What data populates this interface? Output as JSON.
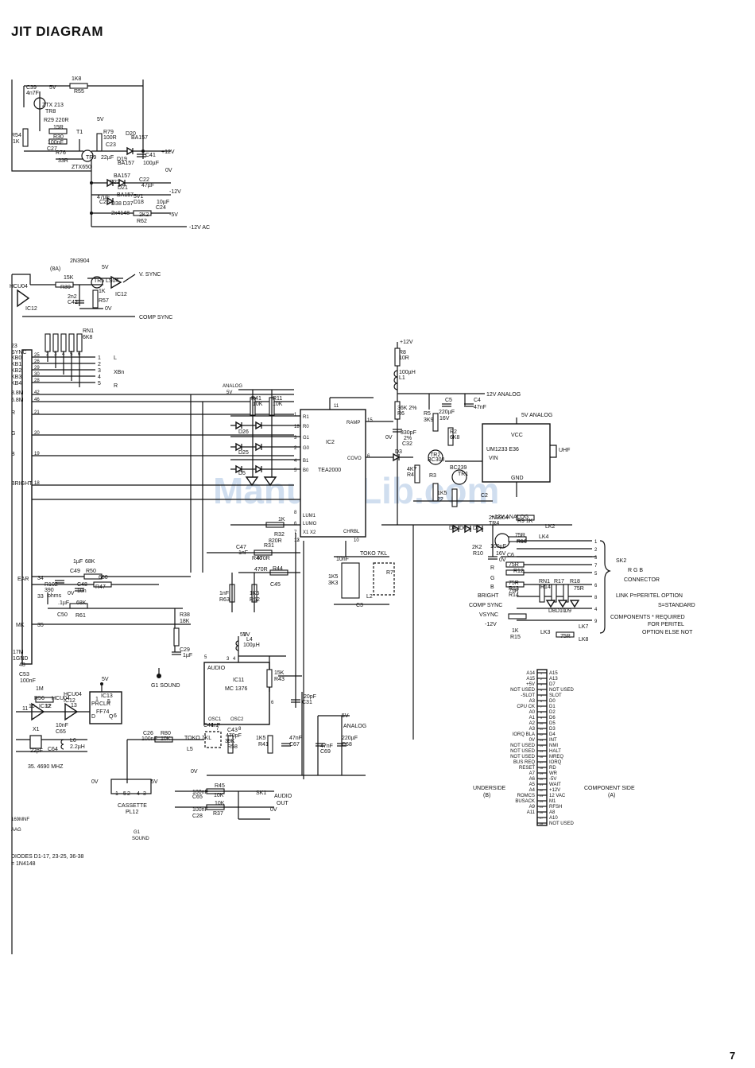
{
  "title": "JIT DIAGRAM",
  "page_number": "7",
  "watermark": "ManualsLib.com",
  "power": {
    "plus5v": "5V",
    "plus12v": "+12V",
    "minus12v": "-12V",
    "minus5v": "-5V",
    "zero_v": "0V",
    "minus12v_ac": "-12V AC",
    "plus12v_net": "+12V",
    "twelve_v_analog": "12V ANALOG",
    "five_v_analog": "5V ANALOG",
    "analog_5v": "ANALOG 5V",
    "minus12v_left": "-12V",
    "five_v_analog_lower": "5V ANALOG"
  },
  "supply_section": {
    "labels": [
      "C39",
      "4n7F",
      "1K8",
      "R55",
      "ZTX 213",
      "TR8",
      "R29 220R",
      "15R",
      "R30",
      "100nF",
      "C27",
      "R54",
      "1K",
      "R76",
      "33R",
      "ZTX650",
      "TR9",
      "T1",
      "R79",
      "100R",
      "C23",
      "22µF",
      "D20",
      "BA157",
      "D19",
      "BA157",
      "C41",
      "100µF",
      "BA157",
      "D22",
      "D21",
      "47µF",
      "C22",
      "47µF",
      "C25",
      "BA157",
      "D38 D37",
      "2x4148",
      "5V1",
      "D18",
      "10µF",
      "C24",
      "2K2",
      "R62"
    ]
  },
  "sync_section": {
    "labels": [
      "(8A)",
      "2N3904",
      "HCU04",
      "IC12",
      "15K",
      "R39",
      "TR5",
      "LS04",
      "IC12",
      "2n2",
      "C42",
      "1K",
      "R57",
      "V. SYNC",
      "COMP SYNC"
    ],
    "v_sync": "V. SYNC",
    "comp_sync": "COMP SYNC"
  },
  "keyboard_section": {
    "rn_label": "RN1",
    "rn_value": "6K8",
    "pins_top": [
      "2",
      "3",
      "4",
      "5",
      "6"
    ],
    "conn_pins": [
      "1",
      "2",
      "3",
      "4",
      "5"
    ],
    "side_labels": [
      "L",
      "XBn",
      "R"
    ],
    "left_signals": [
      "23",
      "SYNC",
      "KB0",
      "KB1",
      "KB2",
      "KB3",
      "KB4",
      "8.8M",
      "6.8M",
      "R",
      "G",
      "B",
      "BRIGHT"
    ],
    "left_pins": [
      "25",
      "26",
      "29",
      "30",
      "28",
      "42",
      "46",
      "21",
      "20",
      "19",
      "18"
    ]
  },
  "ic2": {
    "name": "IC2",
    "part": "TEA2000",
    "left_pins": [
      "R1",
      "R0",
      "G1",
      "G0",
      "B1",
      "B0",
      "LUM1",
      "LUMO",
      "X1 X2"
    ],
    "left_nums": [
      "1",
      "18",
      "3",
      "2",
      "4",
      "5",
      "8",
      "6",
      "12",
      "13",
      "7"
    ],
    "right_pins": [
      "RAMP",
      "COVO",
      "CHRBL"
    ],
    "right_nums": [
      "15",
      "6",
      "10"
    ],
    "top_num": "11"
  },
  "ic11": {
    "name": "IC11",
    "part": "MC 1376",
    "label_audio": "AUDIO",
    "pins": [
      "OSC1",
      "OSC2"
    ],
    "nums": [
      "5",
      "3",
      "4",
      "6",
      "7",
      "8"
    ]
  },
  "modulator": {
    "part": "UM1233 E36",
    "pins": [
      "VCC",
      "VIN",
      "GND"
    ],
    "output": "UHF"
  },
  "rf_section": {
    "labels": [
      "R8",
      "10R",
      "100µH",
      "L1",
      "36K 2%",
      "R6",
      "R5",
      "3K9",
      "330pF",
      "2%",
      "C32",
      "C5",
      "220µF",
      "16V",
      "C4",
      "47nF",
      "R2",
      "6K8",
      "TR2",
      "BC308",
      "BC239",
      "TR1",
      "4K7",
      "R4",
      "R3",
      "1K5",
      "C2",
      "D3",
      "22"
    ]
  },
  "video_net": {
    "labels": [
      "R41",
      "10K",
      "R11",
      "10K",
      "D26",
      "D25",
      "D5",
      "1K",
      "R32",
      "820R",
      "R31",
      "C47",
      "1nF",
      "R46",
      "470R",
      "C45",
      "R44",
      "470R",
      "1nF",
      "R63",
      "1K5",
      "R62",
      "1K5",
      "3K3",
      "R7",
      "L2",
      "TOKO 7KL",
      "10nF",
      "C3",
      "0V"
    ]
  },
  "ear_section": {
    "labels": [
      "EAR",
      "34",
      "33",
      "R102",
      "390",
      "ohms",
      "C48",
      "10n",
      "0V",
      "1µF",
      "C49",
      "68K",
      "R50",
      "680",
      "R47",
      ".1µF",
      "C50",
      "68K",
      "R61",
      "MK",
      "35",
      "R38",
      "18K",
      "C29",
      "1µF",
      "G1 SOUND"
    ]
  },
  "audio_section": {
    "labels": [
      "5V",
      "L4",
      "100µH",
      "15K",
      "R43",
      "C31",
      "20pF",
      "C44",
      "1nF",
      "C43",
      "470pF",
      "39K",
      "R58",
      "1K5",
      "R41",
      "47nF",
      "C67",
      "47nF",
      "C69",
      "220µF",
      "C68",
      "C26",
      "100nF",
      "R80",
      "10K",
      "TOKO 7KL",
      "L5",
      "100nF",
      "C65",
      "R45",
      "10K",
      "SK1",
      "AUDIO",
      "OUT",
      "0V",
      "100nF",
      "C28",
      "10K",
      "R37"
    ],
    "cassette": "CASSETTE",
    "cassette_ref": "PL12",
    "cassette_pins": [
      "0V",
      "1",
      "5",
      "2",
      "4",
      "3",
      "5V"
    ],
    "g1_sound": "G1 SOUND"
  },
  "clock_section": {
    "labels": [
      "17M",
      "1GND",
      "48",
      "C53",
      "100nF",
      "1M",
      "R56",
      "HCU04",
      "IC12",
      "11",
      "10",
      "12",
      "13",
      "HCU04",
      "IC12",
      "10nF",
      "C65",
      "1",
      "PR",
      "CLR",
      "IC13",
      "FF74",
      "D",
      "Q",
      "5",
      "6",
      "X1",
      "22pF",
      "C64",
      "L6",
      "2.2µH",
      "5V"
    ],
    "freq": "35. 4690 MHZ"
  },
  "bottom_left_notes": [
    "169MNF",
    "AAG",
    "DIODES  D1-17, 23-25, 36-38",
    "= 1N4148"
  ],
  "rgb_connector": {
    "label_sk2": "SK2",
    "label_name": "R G B",
    "label_conn": "CONNECTOR",
    "link_note": "LINK  P=PERITEL OPTION",
    "link_note2": "S=STANDARD",
    "comp_note": "COMPONENTS * REQUIRED",
    "comp_note2": "FOR PERITEL",
    "comp_note3": "OPTION ELSE NOT",
    "pins": [
      "1",
      "2",
      "3",
      "7",
      "5",
      "6",
      "8",
      "4",
      "9"
    ],
    "signals": [
      "R",
      "G",
      "B",
      "BRIGHT",
      "COMP SYNC",
      "VSYNC",
      "-12V"
    ],
    "parts": [
      "+12V ANALOG",
      "R9 1K",
      "LK2",
      "75R",
      "R16",
      "16V",
      "D4",
      "D6",
      "D7",
      "2N3904",
      "TR4",
      "2K2",
      "R10",
      "100µF",
      "C6",
      "75R",
      "R12",
      "75R",
      "R13",
      "75R",
      "R14",
      "RN1",
      "R14",
      "R17",
      "R18",
      "75R",
      "D9",
      "D10",
      "D8",
      "1K",
      "R15",
      "LK3",
      "75R",
      "LK8",
      "LK7",
      "LK4",
      "0V"
    ]
  },
  "edge_connector": {
    "left": [
      "A14",
      "A15",
      "+5V",
      "NOT USED",
      "-SLOT",
      "A3",
      "CPU CK",
      "A0",
      "A1",
      "A2",
      "A3",
      "IORQ BLA",
      "0V",
      "NOT USED",
      "NOT USED",
      "NOT USED",
      "BUS REQ",
      "RESET",
      "A7",
      "A6",
      "A5",
      "A4",
      "ROMCS",
      "BUSACK",
      "A9",
      "A11"
    ],
    "right": [
      "A15",
      "A13",
      "D7",
      "NOT USED",
      "SLOT",
      "D0",
      "D1",
      "D2",
      "D6",
      "D5",
      "D3",
      "D4",
      "INT",
      "NMI",
      "HALT",
      "MREQ",
      "IORQ",
      "RD",
      "WR",
      "-5V",
      "WAIT",
      "+12V",
      "12 VAC",
      "M1",
      "RFSH",
      "A8",
      "A10",
      "NOT USED"
    ],
    "nums": [
      "1",
      "2",
      "3",
      "4",
      "5",
      "6",
      "7",
      "8",
      "9",
      "10",
      "11",
      "12",
      "13",
      "14",
      "15",
      "16",
      "17",
      "18",
      "19",
      "20",
      "21",
      "22",
      "23",
      "24",
      "25",
      "26",
      "27",
      "28"
    ],
    "underside": "UNDERSIDE",
    "underside_ref": "(B)",
    "component_side": "COMPONENT SIDE",
    "component_ref": "(A)"
  }
}
